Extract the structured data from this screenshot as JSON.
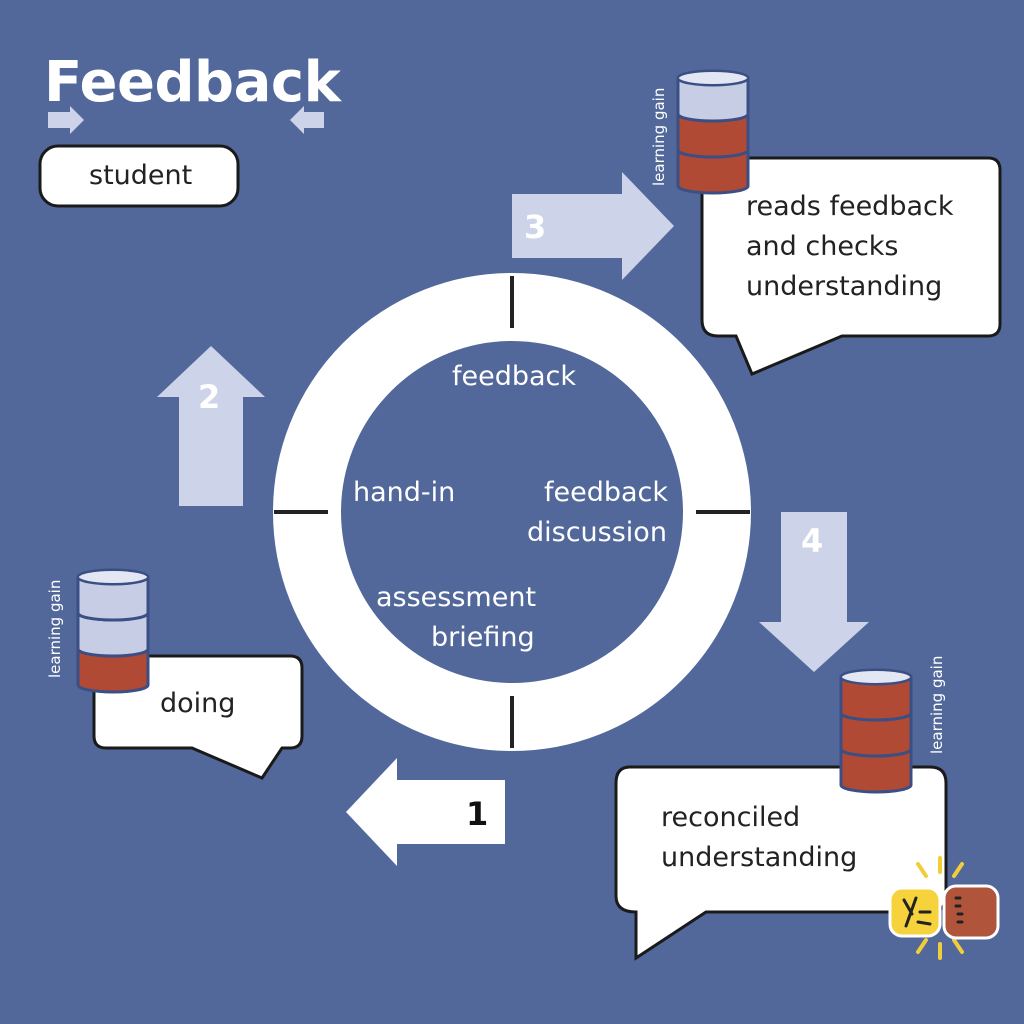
{
  "title": "Feedback",
  "legend": {
    "label": "student"
  },
  "cycle": {
    "center_labels": {
      "feedback": "feedback",
      "hand_in": "hand-in",
      "feedback_discussion_1": "feedback",
      "feedback_discussion_2": "discussion",
      "assessment_briefing_1": "assessment",
      "assessment_briefing_2": "briefing"
    }
  },
  "steps": [
    {
      "number": "1"
    },
    {
      "number": "2"
    },
    {
      "number": "3"
    },
    {
      "number": "4"
    }
  ],
  "bubbles": {
    "doing": {
      "lines": [
        "doing"
      ]
    },
    "reads": {
      "lines": [
        "reads feedback",
        "and checks",
        "understanding"
      ]
    },
    "reconciled": {
      "lines": [
        "reconciled",
        "understanding"
      ]
    }
  },
  "gauges": {
    "label": "learning gain",
    "doing_level": 0.33,
    "reads_level": 0.67,
    "reconciled_level": 1.0
  },
  "colors": {
    "background": "#52689a",
    "arrow_light": "#cdd3e8",
    "arrow_white": "#ffffff",
    "gauge_filled": "#b04a35",
    "gauge_empty": "#c7cde4",
    "gauge_outline": "#3b4f85"
  }
}
